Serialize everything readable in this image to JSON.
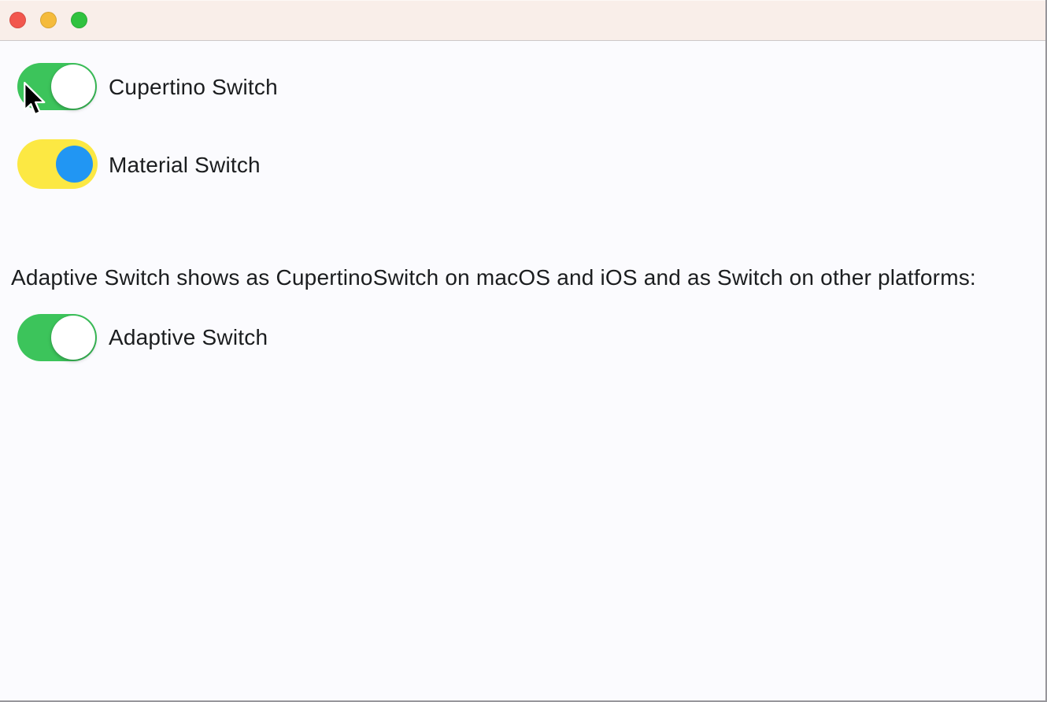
{
  "window": {
    "titlebar": {
      "background": "#F9EEE9",
      "buttons": [
        {
          "name": "close",
          "color": "#F2574E"
        },
        {
          "name": "minimize",
          "color": "#F5BB3C"
        },
        {
          "name": "maximize",
          "color": "#30C23F"
        }
      ]
    },
    "content_background": "#FBFBFE"
  },
  "rows": [
    {
      "label": "Cupertino Switch",
      "type": "cupertino",
      "value": true,
      "track_color": "#3CC45B",
      "thumb_color": "#FFFFFF"
    },
    {
      "label": "Material Switch",
      "type": "material",
      "value": true,
      "track_color": "#FCE843",
      "thumb_color": "#2196F3"
    },
    {
      "label": "Adaptive Switch",
      "type": "adaptive",
      "value": true,
      "track_color": "#3CC45B",
      "thumb_color": "#FFFFFF"
    }
  ],
  "description_text": "Adaptive Switch shows as CupertinoSwitch on macOS and iOS and as Switch on other platforms:",
  "cursor": {
    "type": "arrow"
  }
}
